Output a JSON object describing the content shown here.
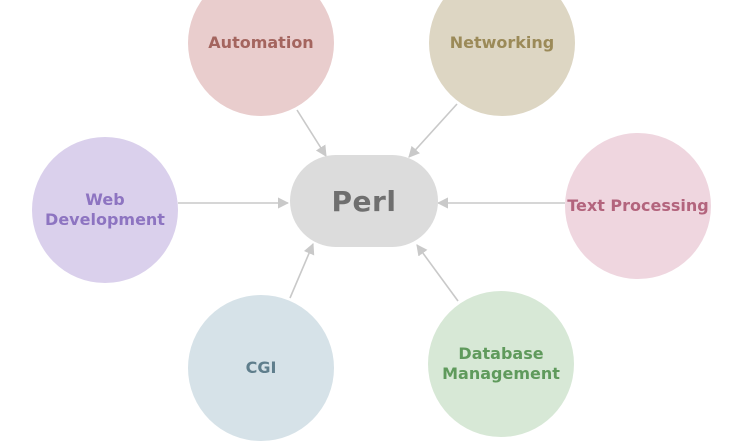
{
  "center": {
    "label": "Perl",
    "fill": "#dcdcdc",
    "text_color": "#6f6f6f"
  },
  "nodes": [
    {
      "id": "automation",
      "lines": [
        "Automation"
      ],
      "fill": "#e9cdcd",
      "text_color": "#a4655f"
    },
    {
      "id": "networking",
      "lines": [
        "Networking"
      ],
      "fill": "#ddd6c3",
      "text_color": "#9b8a58"
    },
    {
      "id": "webdev",
      "lines": [
        "Web",
        "Development"
      ],
      "fill": "#dad0ec",
      "text_color": "#8d74c1"
    },
    {
      "id": "textproc",
      "lines": [
        "Text Processing"
      ],
      "fill": "#efd6df",
      "text_color": "#b3647d"
    },
    {
      "id": "cgi",
      "lines": [
        "CGI"
      ],
      "fill": "#d6e2e8",
      "text_color": "#5f7e8c"
    },
    {
      "id": "database",
      "lines": [
        "Database",
        "Management"
      ],
      "fill": "#d7e8d6",
      "text_color": "#5f9a5c"
    }
  ],
  "edge_color": "#c9c9c9"
}
